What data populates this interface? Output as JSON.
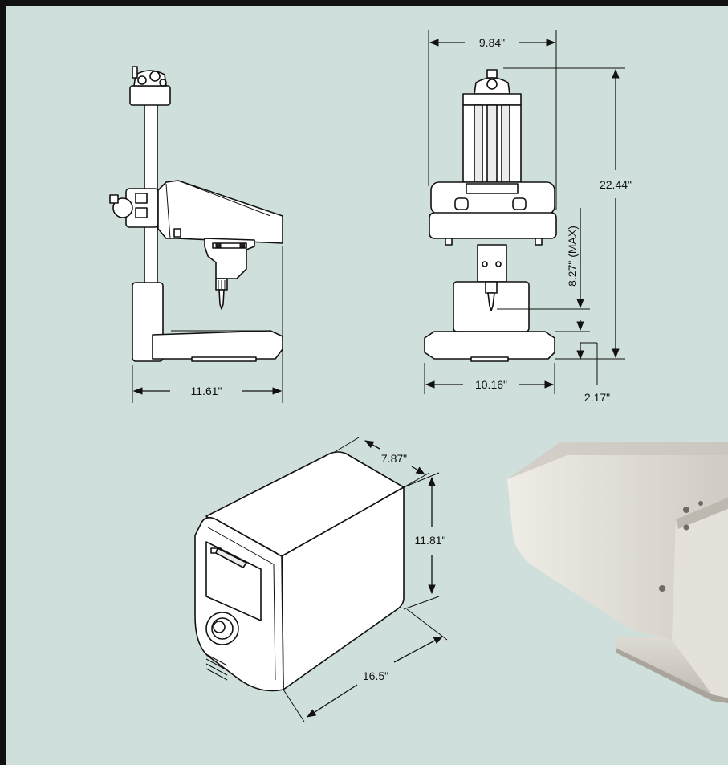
{
  "dimensions": {
    "side_base_width": "11.61\"",
    "front_head_width": "9.84\"",
    "front_base_width": "10.16\"",
    "overall_height": "22.44\"",
    "max_stroke": "8.27\" (MAX)",
    "base_height": "2.17\"",
    "controller_depth": "7.87\"",
    "controller_height": "11.81\"",
    "controller_length": "16.5\""
  },
  "colors": {
    "background": "#cfe0dc",
    "frame_border": "#111111",
    "line": "#111111"
  },
  "icons": [
    "marking-machine-side-view",
    "marking-machine-front-view",
    "controller-unit",
    "marking-head-photo"
  ]
}
